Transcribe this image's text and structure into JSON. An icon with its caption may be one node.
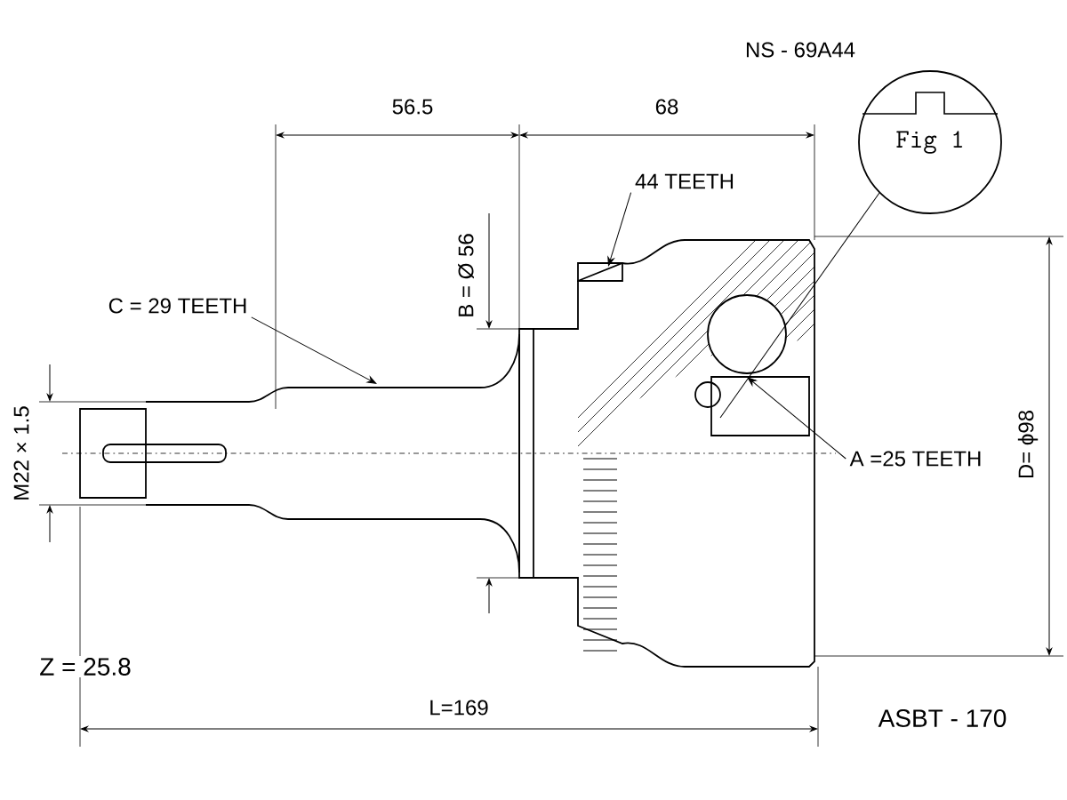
{
  "diagram": {
    "nodes": [
      {
        "text": [
          "C = 29 TEETH"
        ]
      },
      {
        "text": [
          "44 TEETH"
        ]
      },
      {
        "text": [
          "A =25 TEETH"
        ]
      },
      {
        "text": [
          "Fig 1"
        ]
      }
    ],
    "edges": [
      {
        "from": 0,
        "to": null,
        "arrow": "to"
      },
      {
        "from": 1,
        "to": null,
        "arrow": "to"
      },
      {
        "from": 2,
        "to": null,
        "arrow": "to"
      },
      {
        "from": 3,
        "to": null,
        "arrow": "none"
      }
    ],
    "labels": [
      "NS - 69A44",
      "56.5",
      "68",
      "B = Ø 56",
      "M22 × 1.5",
      "D= ϕ98",
      "Z = 25.8",
      "L=169",
      "ASBT - 170"
    ]
  }
}
